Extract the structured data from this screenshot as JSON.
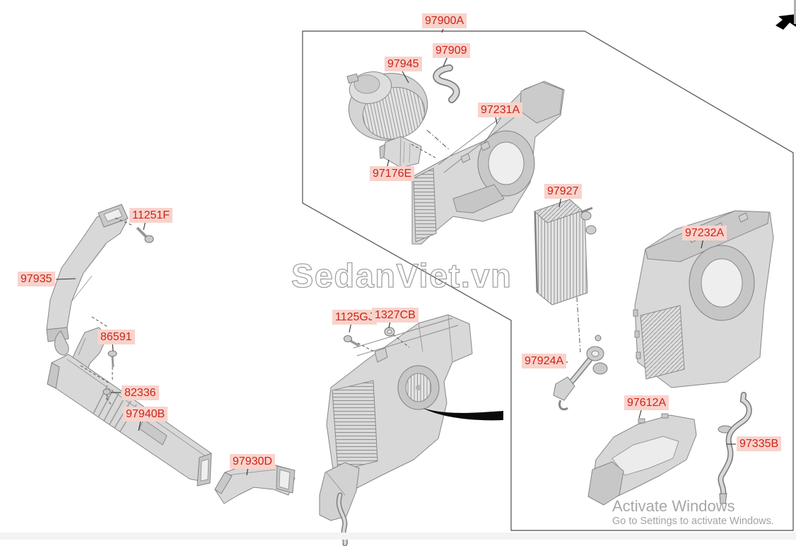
{
  "labels": [
    {
      "text": "97900A"
    },
    {
      "text": "97909"
    },
    {
      "text": "97945"
    },
    {
      "text": "97231A"
    },
    {
      "text": "97176E"
    },
    {
      "text": "97927"
    },
    {
      "text": "97232A"
    },
    {
      "text": "11251F"
    },
    {
      "text": "97935"
    },
    {
      "text": "86591"
    },
    {
      "text": "82336"
    },
    {
      "text": "97940B"
    },
    {
      "text": "97930D"
    },
    {
      "text": "1125GJ"
    },
    {
      "text": "1327CB"
    },
    {
      "text": "97924A"
    },
    {
      "text": "97612A"
    },
    {
      "text": "97335B"
    }
  ],
  "watermark": {
    "text": "SedanViet.vn"
  },
  "activation": {
    "line1": "Activate Windows",
    "line2": "Go to Settings to activate Windows."
  },
  "icons": {
    "cursor": "ne-arrow-icon"
  },
  "colors": {
    "label_bg": "#f8d3cc",
    "label_text": "#cd2418",
    "diagram_line": "#4d4d4d",
    "part_fill": "#d8d8d8",
    "watermark_stroke": "#a2a2a2",
    "activation_text": "#a7a7a7",
    "swoosh": "#0a0a0a"
  }
}
